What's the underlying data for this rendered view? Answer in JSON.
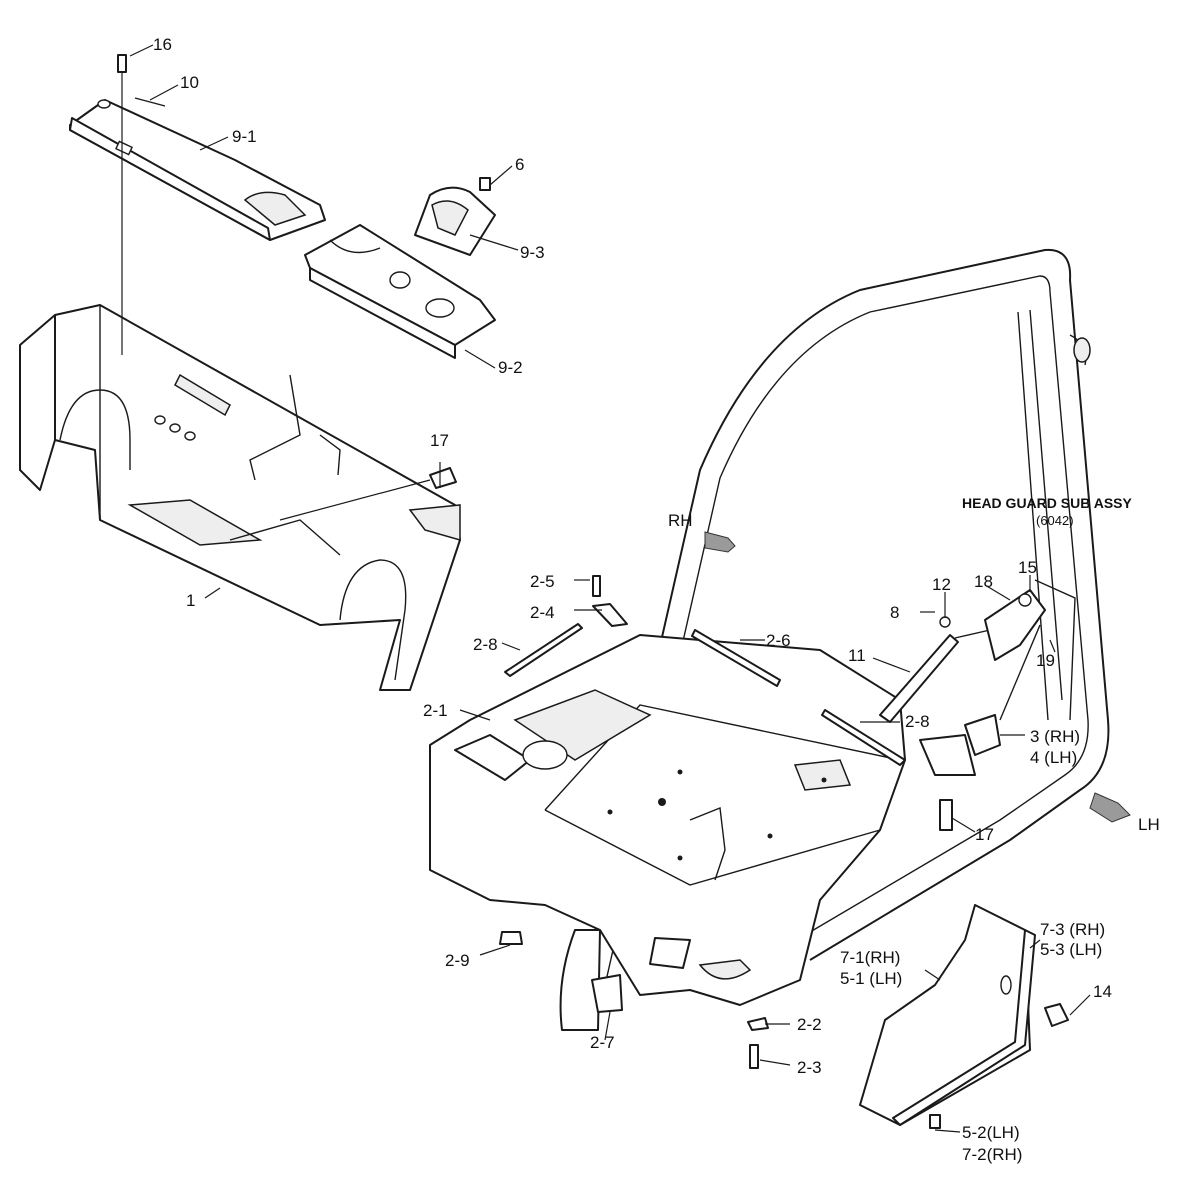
{
  "header": {
    "assembly_title": "HEAD GUARD SUB ASSY",
    "assembly_code": "(6042)"
  },
  "directions": {
    "rh": "RH",
    "lh": "LH"
  },
  "callouts": {
    "c16": "16",
    "c10": "10",
    "c9_1": "9-1",
    "c6": "6",
    "c9_3": "9-3",
    "c9_2": "9-2",
    "c17_top": "17",
    "c1": "1",
    "c2_5": "2-5",
    "c2_4": "2-4",
    "c2_8_left": "2-8",
    "c2_6": "2-6",
    "c2_1": "2-1",
    "c2_8_right": "2-8",
    "c2_9": "2-9",
    "c2_7": "2-7",
    "c2_2": "2-2",
    "c2_3": "2-3",
    "c12": "12",
    "c18": "18",
    "c15": "15",
    "c8": "8",
    "c11": "11",
    "c19": "19",
    "c3": "3 (RH)",
    "c4": "4 (LH)",
    "c17_right": "17",
    "c7_3": "7-3 (RH)",
    "c5_3": "5-3 (LH)",
    "c7_1": "7-1(RH)",
    "c5_1": "5-1 (LH)",
    "c14": "14",
    "c5_2": "5-2(LH)",
    "c7_2": "7-2(RH)"
  }
}
